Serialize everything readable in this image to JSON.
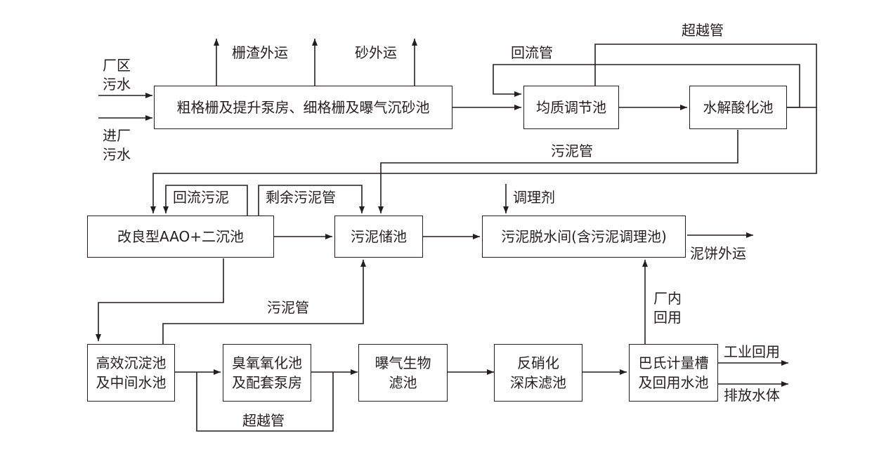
{
  "nodes": {
    "screening": "粗格栅及提升泵房、细格栅及曝气沉砂池",
    "equalization": "均质调节池",
    "hydrolysis": "水解酸化池",
    "aao": "改良型AAO+二沉池",
    "sludge_storage": "污泥储池",
    "dewatering": "污泥脱水间(含污泥调理池)",
    "sedimentation": "高效沉淀池\n及中间水池",
    "ozone": "臭氧氧化池\n及配套泵房",
    "baf": "曝气生物\n滤池",
    "denitrification": "反硝化\n深床滤池",
    "parshall": "巴氏计量槽\n及回用水池"
  },
  "labels": {
    "plant_sewage": "厂区\n污水",
    "incoming_sewage": "进厂\n污水",
    "screenings_out": "栅渣外运",
    "grit_out": "砂外运",
    "bypass_top": "超越管",
    "return_pipe": "回流管",
    "sludge_pipe_top": "污泥管",
    "return_sludge": "回流污泥",
    "excess_sludge_pipe": "剩余污泥管",
    "conditioner": "调理剂",
    "cake_out": "泥饼外运",
    "sludge_pipe_mid": "污泥管",
    "plant_reuse": "厂内\n回用",
    "industrial_reuse": "工业回用",
    "discharge": "排放水体",
    "bypass_bottom": "超越管"
  }
}
